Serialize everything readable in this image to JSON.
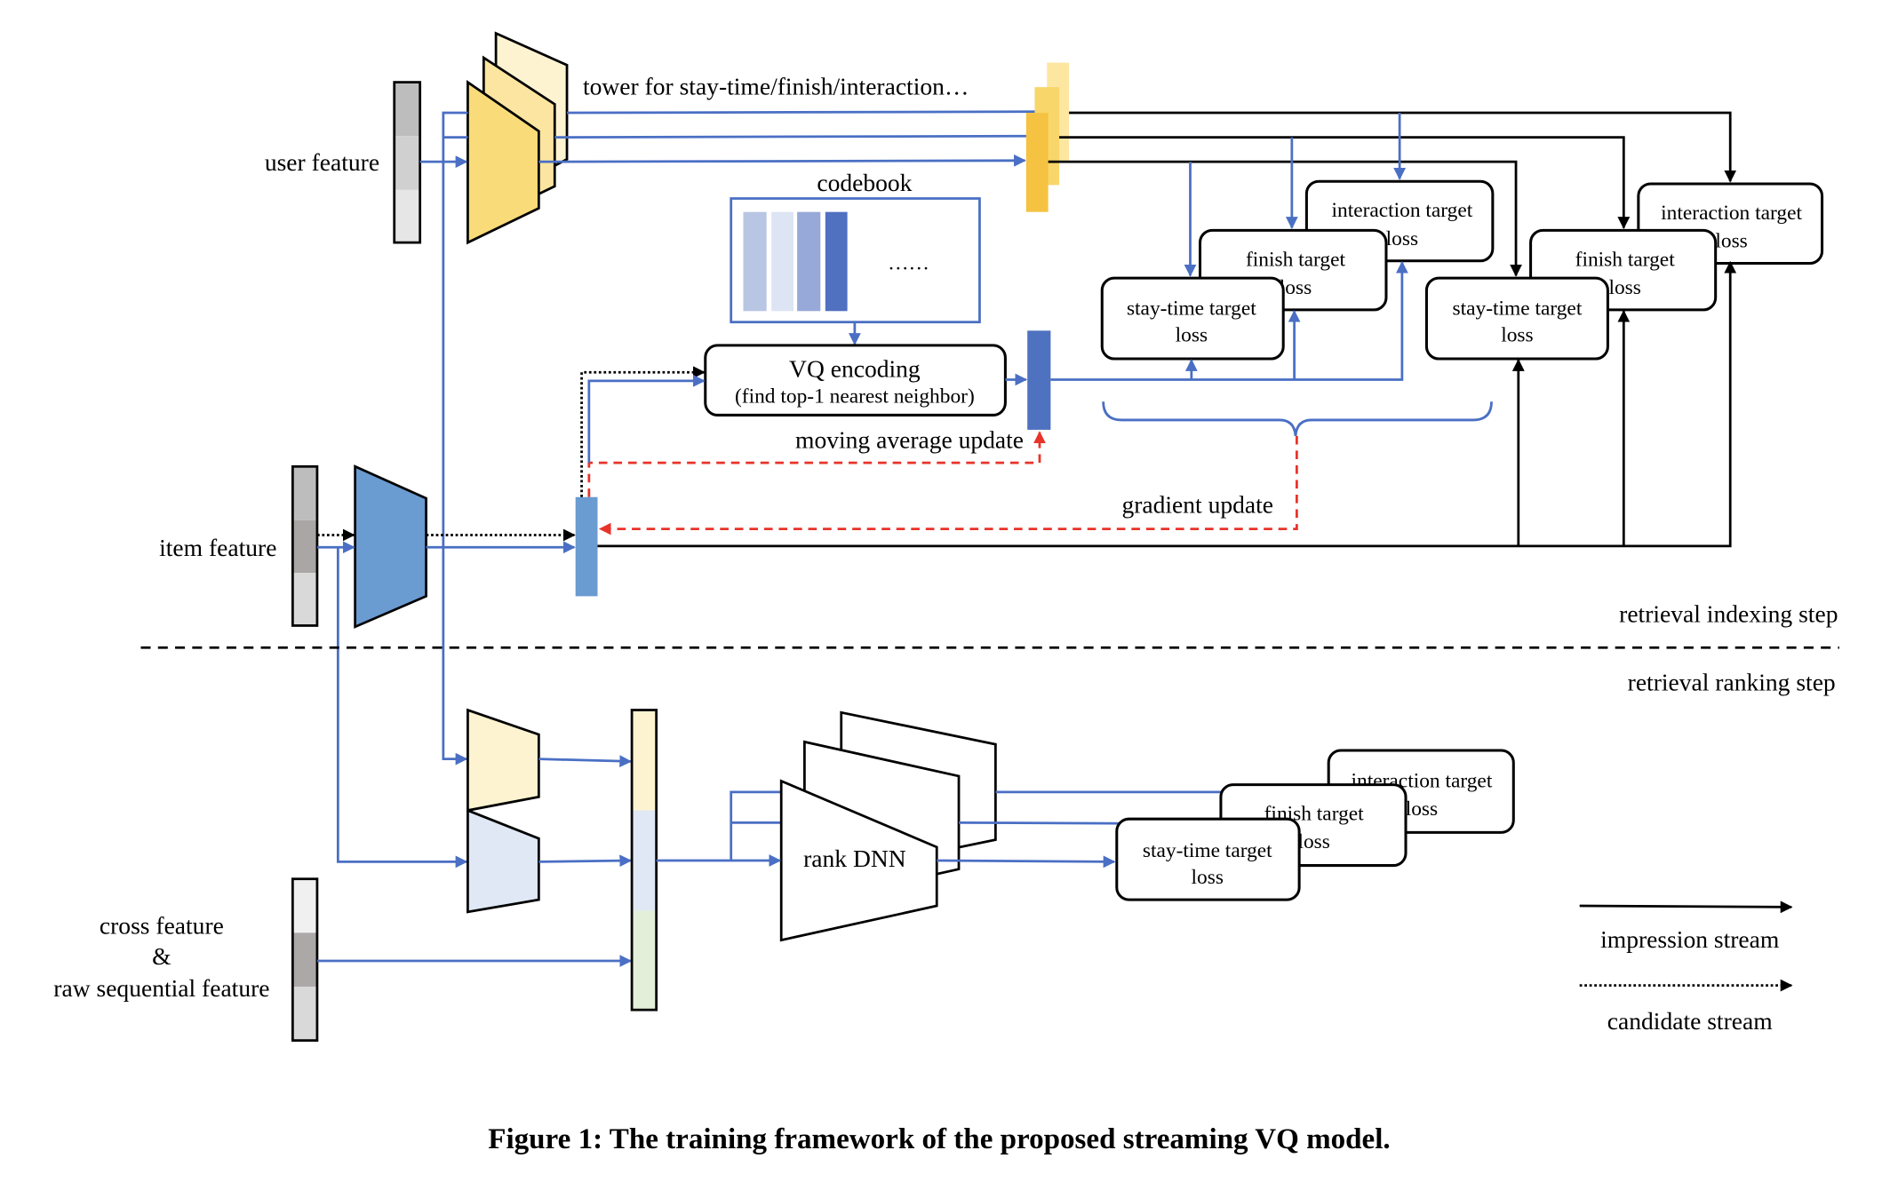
{
  "figure": {
    "caption": "Figure 1: The training framework of the proposed streaming VQ model.",
    "colors": {
      "blue_line": "#4a6fc4",
      "red_dashed": "#e8332a",
      "user_tower": "#f9db7a",
      "item_tower": "#6a9bd1",
      "vq_code": "#4f72c0"
    }
  },
  "labels": {
    "user_feature": "user feature",
    "item_feature": "item feature",
    "cross_feature_1": "cross feature",
    "cross_feature_2": "&",
    "cross_feature_3": "raw sequential feature",
    "tower": "tower for stay-time/finish/interaction…",
    "codebook": "codebook",
    "codebook_ellipsis": "……",
    "vq_encoding": "VQ encoding",
    "vq_sub": "(find top-1 nearest neighbor)",
    "moving_average": "moving average update",
    "gradient_update": "gradient update",
    "indexing_step": "retrieval indexing step",
    "ranking_step": "retrieval ranking step",
    "rank_dnn": "rank DNN"
  },
  "losses": {
    "interaction_1": "interaction target",
    "interaction_2": "loss",
    "finish_1": "finish target",
    "finish_2": "loss",
    "stay_1": "stay-time target",
    "stay_2": "loss"
  },
  "legend": {
    "impression": "impression stream",
    "candidate": "candidate stream"
  }
}
